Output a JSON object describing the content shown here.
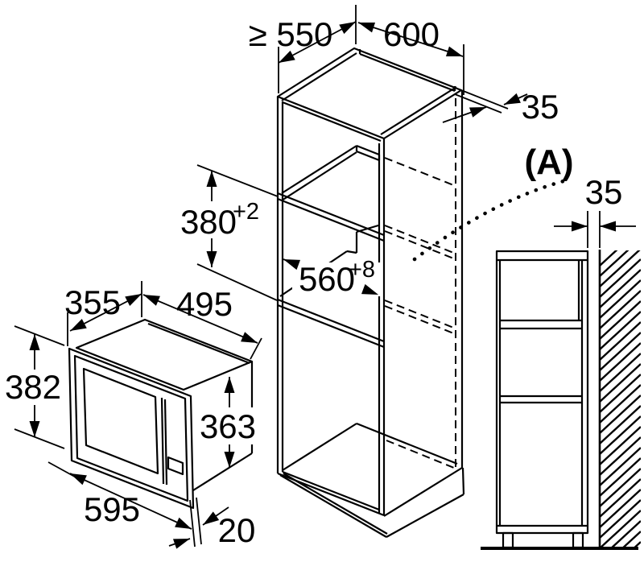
{
  "labels": {
    "cabinet": {
      "depth_min": "≥ 550",
      "width": "600",
      "rear_overhang": "35",
      "niche_height": "380",
      "niche_height_tol": "+2",
      "niche_width": "560",
      "niche_width_tol": "+8"
    },
    "appliance": {
      "depth": "355",
      "width_top": "495",
      "front_height": "382",
      "body_height": "363",
      "front_width": "595",
      "frame_depth": "20"
    },
    "side_section": {
      "reference": "(A)",
      "wall_gap": "35"
    }
  }
}
